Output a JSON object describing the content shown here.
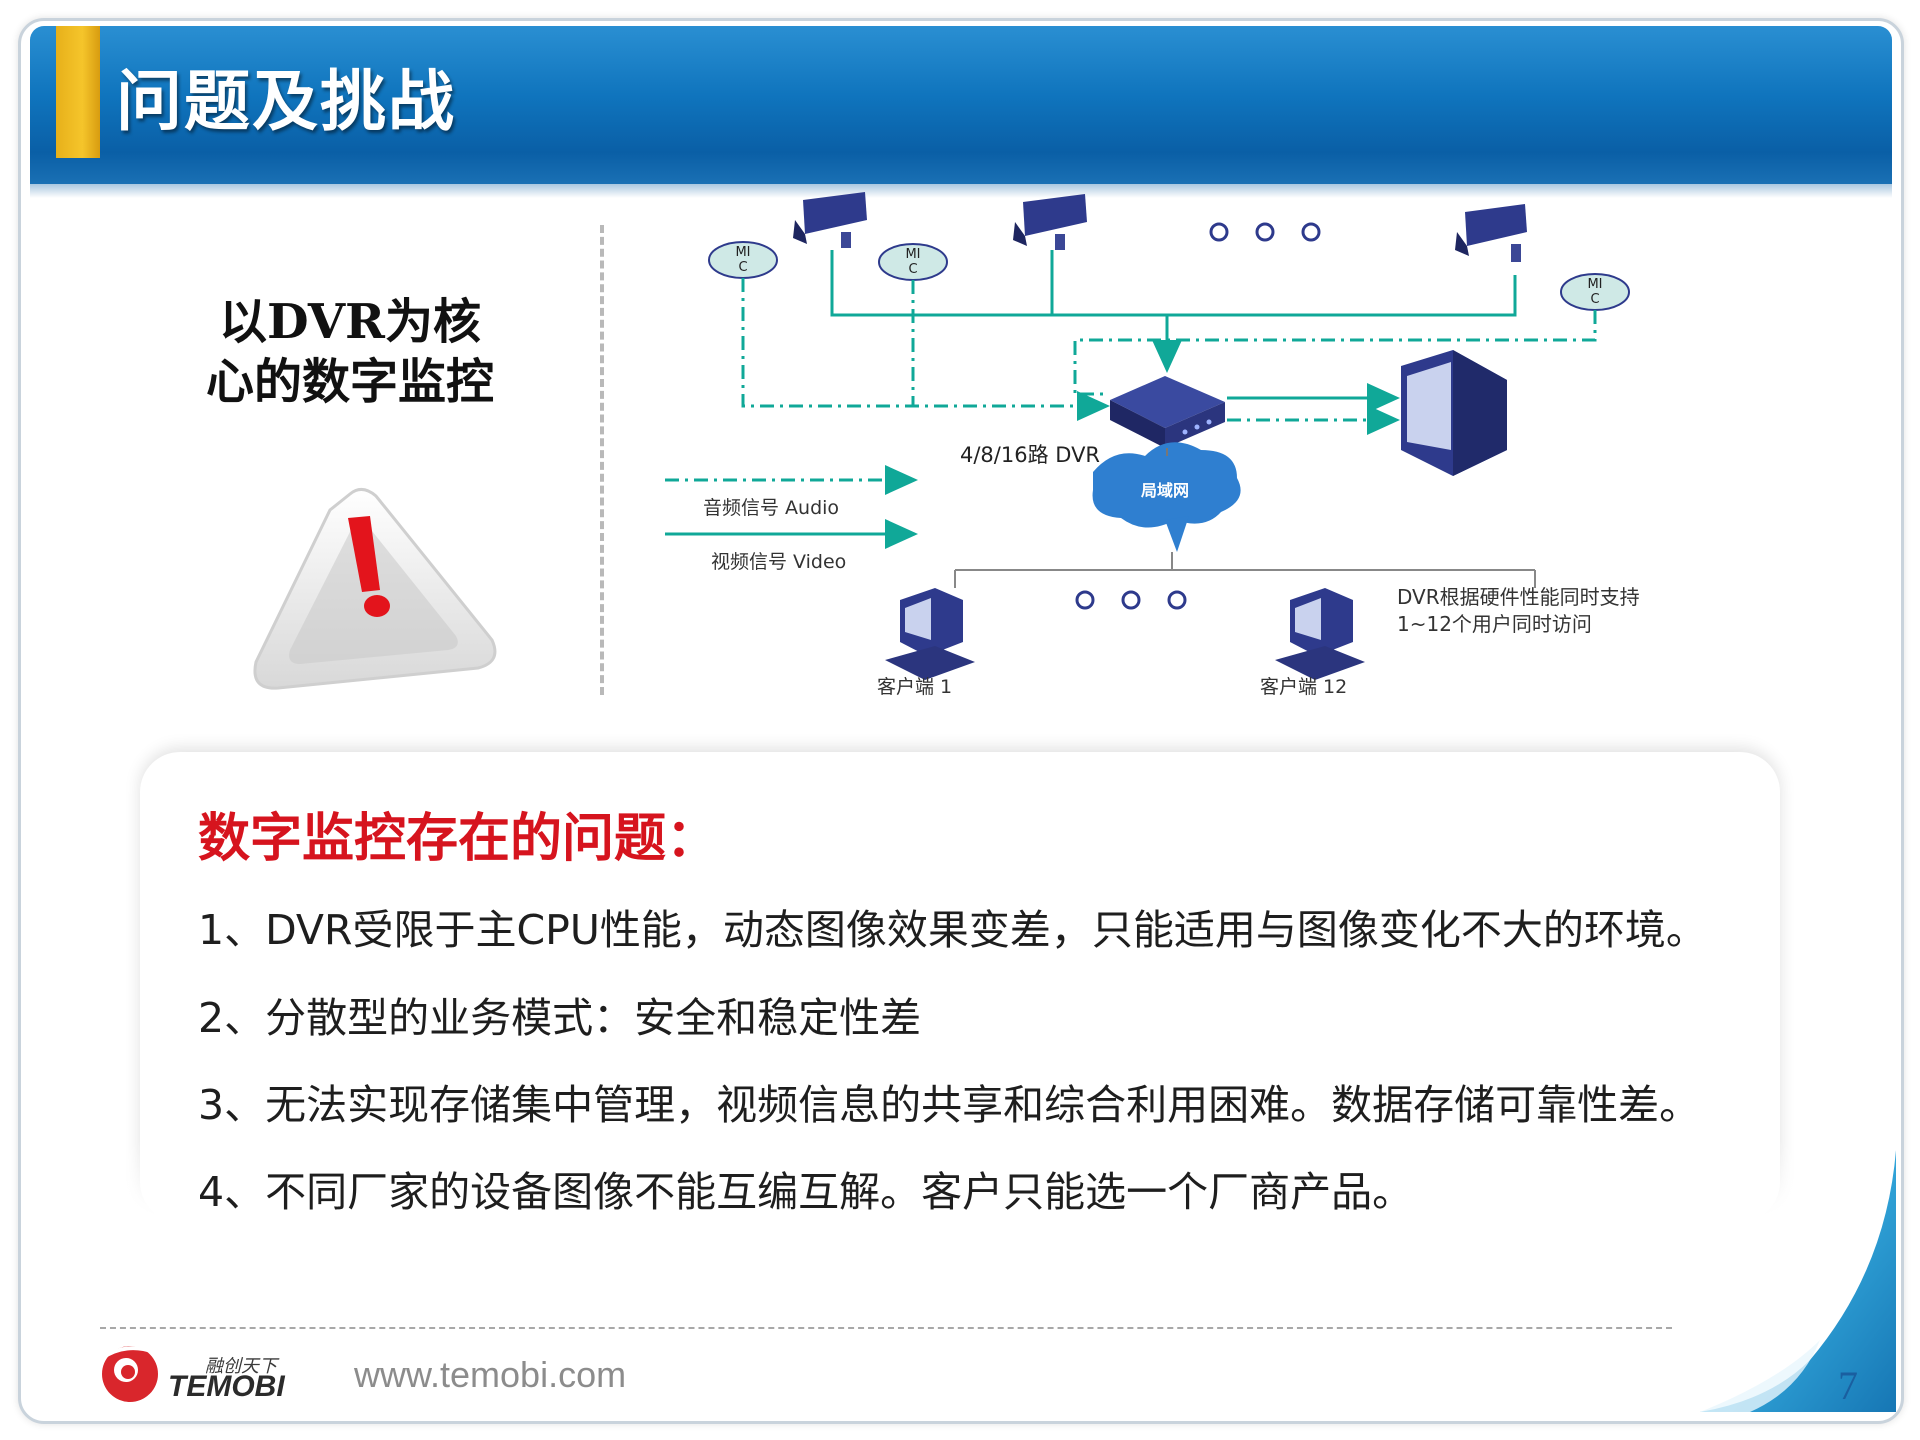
{
  "header": {
    "title": "问题及挑战"
  },
  "side": {
    "caption_line1": "以DVR为核",
    "caption_line2": "心的数字监控"
  },
  "diagram": {
    "mic_label_1": "MI",
    "mic_label_2": "C",
    "dvr_label": "4/8/16路 DVR",
    "lan_label": "局域网",
    "legend_audio": "音频信号 Audio",
    "legend_video": "视频信号 Video",
    "client_1": "客户端 1",
    "client_12": "客户端 12",
    "dvr_note_line1": "DVR根据硬件性能同时支持",
    "dvr_note_line2": "1~12个用户同时访问",
    "colors": {
      "video_line": "#10a898",
      "audio_line": "#10a898",
      "device": "#2e3a8c",
      "cloud": "#2f7fd0"
    }
  },
  "problems": {
    "heading": "数字监控存在的问题：",
    "items": [
      "1、DVR受限于主CPU性能，动态图像效果变差，只能适用与图像变化不大的环境。",
      "2、分散型的业务模式：安全和稳定性差",
      "3、无法实现存储集中管理，视频信息的共享和综合利用困难。数据存储可靠性差。",
      "4、不同厂家的设备图像不能互编互解。客户只能选一个厂商产品。"
    ]
  },
  "footer": {
    "logo_cn": "融创天下",
    "logo_en": "TEMOBI",
    "url": "www.temobi.com",
    "page_number": "7"
  }
}
